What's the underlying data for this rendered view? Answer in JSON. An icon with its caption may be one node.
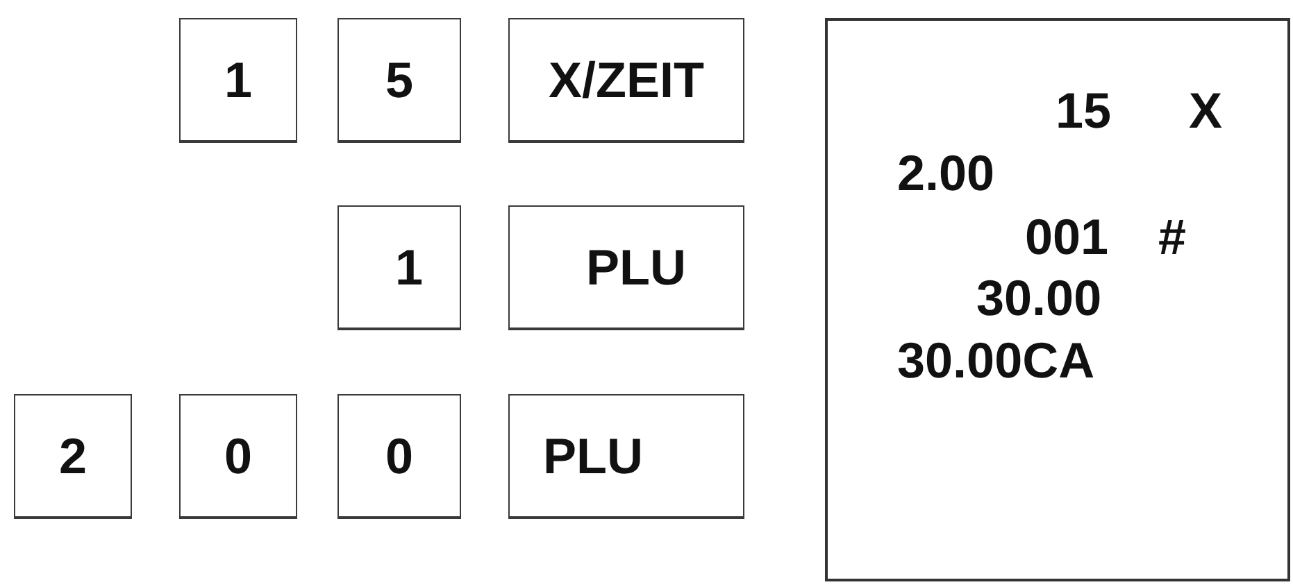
{
  "diagram": {
    "nodes": [
      {
        "text": [
          "1"
        ]
      },
      {
        "text": [
          "5"
        ]
      },
      {
        "text": [
          "X/ZEIT"
        ]
      },
      {
        "text": [
          "1"
        ]
      },
      {
        "text": [
          "PLU"
        ]
      },
      {
        "text": [
          "2"
        ]
      },
      {
        "text": [
          "0"
        ]
      },
      {
        "text": [
          "0"
        ]
      },
      {
        "text": [
          "PLU"
        ]
      },
      {
        "text": [
          "15",
          "X",
          "2.00",
          "001",
          "#",
          "30.00",
          "30.00CA"
        ]
      }
    ]
  }
}
